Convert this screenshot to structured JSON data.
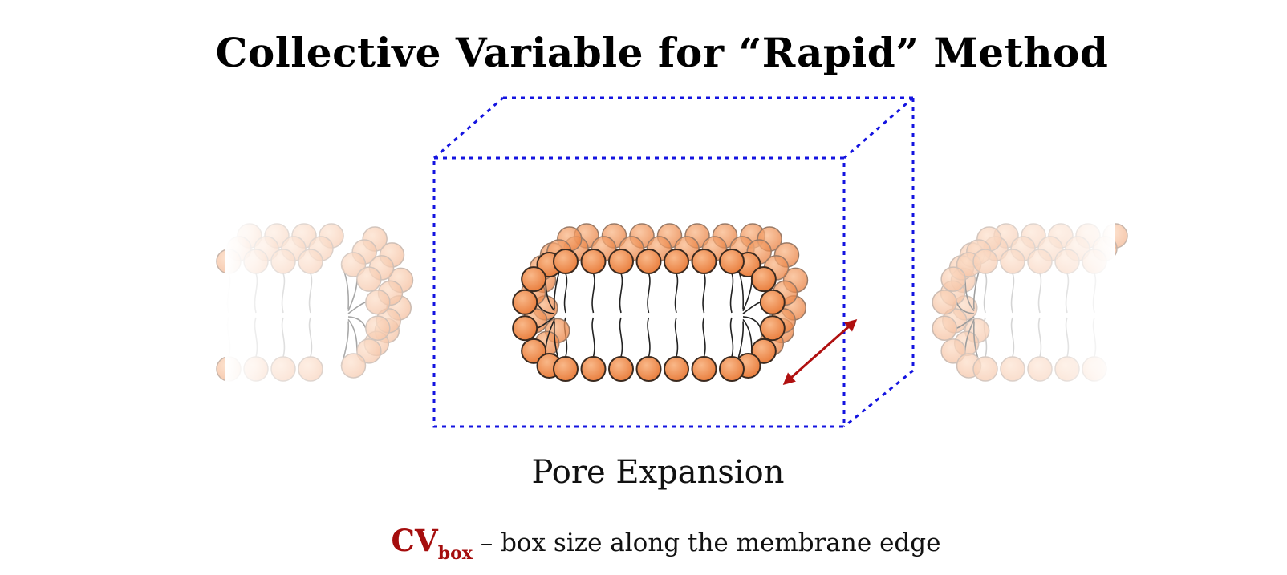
{
  "title": "Collective Variable for “Rapid” Method",
  "caption": "Pore Expansion",
  "cv": {
    "symbol": "CV",
    "subscript": "box",
    "description": " – box size along the membrane edge"
  },
  "colors": {
    "head_fill": "#f28d4f",
    "head_stroke": "#3a2a20",
    "box_line": "#1414e0",
    "arrow": "#b01010",
    "tail": "#222222"
  }
}
